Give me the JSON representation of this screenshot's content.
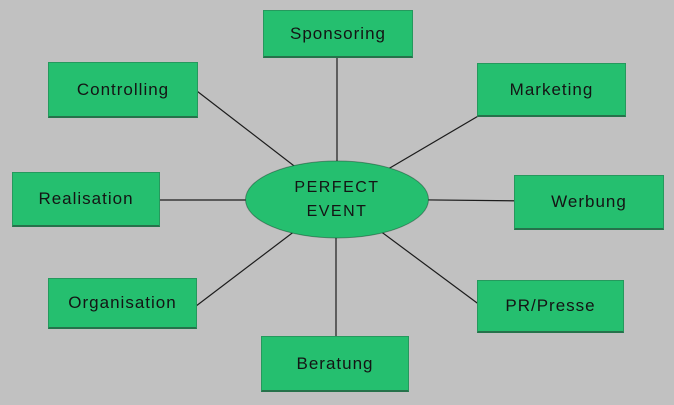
{
  "diagram": {
    "center": {
      "line1": "PERFECT",
      "line2": "EVENT"
    },
    "nodes": [
      {
        "id": "sponsoring",
        "label": "Sponsoring"
      },
      {
        "id": "marketing",
        "label": "Marketing"
      },
      {
        "id": "werbung",
        "label": "Werbung"
      },
      {
        "id": "pr-presse",
        "label": "PR/Presse"
      },
      {
        "id": "beratung",
        "label": "Beratung"
      },
      {
        "id": "organisation",
        "label": "Organisation"
      },
      {
        "id": "realisation",
        "label": "Realisation"
      },
      {
        "id": "controlling",
        "label": "Controlling"
      }
    ],
    "colors": {
      "node_fill": "#25bf6f",
      "background": "#c1c1c1",
      "line": "#1c1c1c",
      "text": "#141414"
    }
  }
}
